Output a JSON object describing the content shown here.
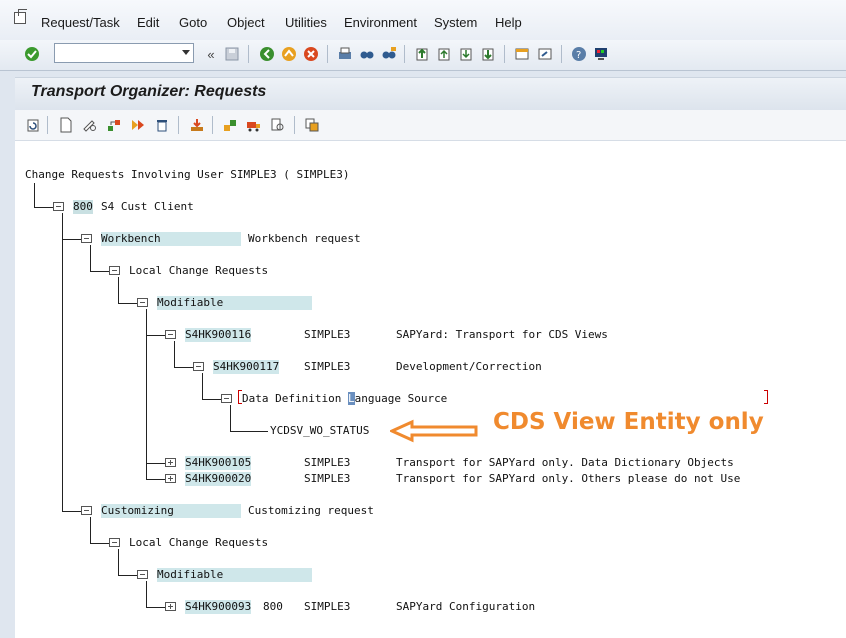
{
  "menu": {
    "items": [
      "Request/Task",
      "Edit",
      "Goto",
      "Object",
      "Utilities",
      "Environment",
      "System",
      "Help"
    ]
  },
  "toolbar": {
    "command_field_value": ""
  },
  "title": "Transport Organizer: Requests",
  "tree": {
    "root_label": "Change Requests Involving User SIMPLE3 ( SIMPLE3)",
    "client_id": "800",
    "client_name": "S4 Cust Client",
    "workbench": {
      "label": "Workbench",
      "desc": "Workbench request"
    },
    "local_change_requests": "Local Change Requests",
    "modifiable": "Modifiable",
    "req1": {
      "id": "S4HK900116",
      "owner": "SIMPLE3",
      "desc": "SAPYard: Transport for CDS Views"
    },
    "task1": {
      "id": "S4HK900117",
      "owner": "SIMPLE3",
      "desc": "Development/Correction"
    },
    "object_type_pre": "Data Definition ",
    "object_type_cursor": "L",
    "object_type_post": "anguage Source",
    "object_name": "YCDSV_WO_STATUS",
    "req2": {
      "id": "S4HK900105",
      "owner": "SIMPLE3",
      "desc": "Transport for SAPYard only. Data Dictionary Objects"
    },
    "req3": {
      "id": "S4HK900020",
      "owner": "SIMPLE3",
      "desc": "Transport for SAPYard only. Others please do not Use"
    },
    "customizing": {
      "label": "Customizing",
      "desc": "Customizing request"
    },
    "local_change_requests_2": "Local Change Requests",
    "modifiable_2": "Modifiable",
    "req4": {
      "id": "S4HK900093",
      "client": "800",
      "owner": "SIMPLE3",
      "desc": "SAPYard Configuration"
    }
  },
  "annotation": "CDS View Entity only",
  "colors": {
    "annotation": "#f08a2e",
    "highlight": "#c9e0e2",
    "bracket": "#cc0000"
  }
}
